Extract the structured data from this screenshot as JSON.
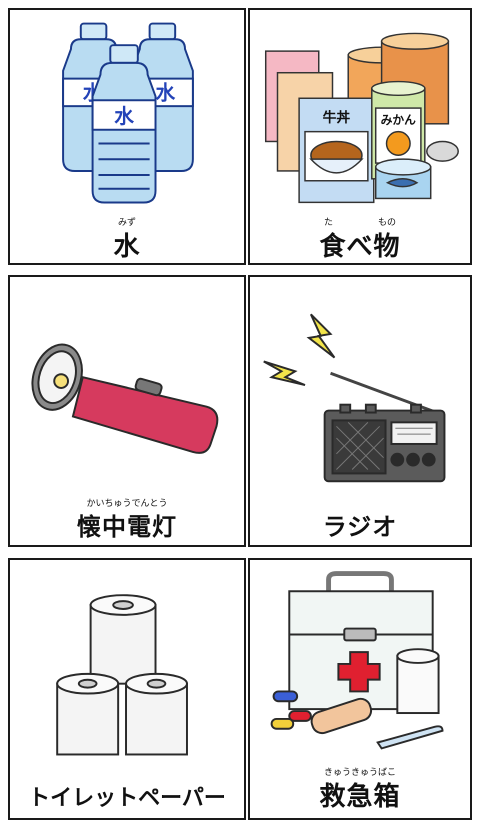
{
  "cards": [
    {
      "title": "水",
      "ruby": "みず",
      "art_labels": [
        "水",
        "水",
        "水"
      ]
    },
    {
      "title": "食べ物",
      "ruby": "た　　　　　もの",
      "art_labels": [
        "牛丼",
        "みかん"
      ]
    },
    {
      "title": "懐中電灯",
      "ruby": "かいちゅうでんとう"
    },
    {
      "title": "ラジオ",
      "ruby": ""
    },
    {
      "title": "トイレットペーパー",
      "ruby": ""
    },
    {
      "title": "救急箱",
      "ruby": "きゅうきゅうばこ"
    }
  ],
  "icons": [
    "water-bottles-icon",
    "food-supplies-icon",
    "flashlight-icon",
    "radio-icon",
    "toilet-paper-icon",
    "first-aid-kit-icon"
  ],
  "colors": {
    "border": "#1a1a1a",
    "water": "#b9dcf2",
    "water_label": "#2343b8",
    "flashlight": "#d63a5e",
    "cross": "#e02030",
    "orange": "#f39a1e"
  }
}
